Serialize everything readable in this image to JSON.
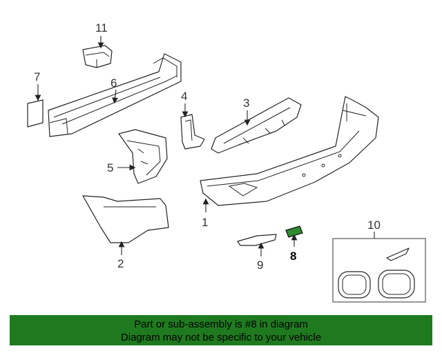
{
  "callouts": {
    "c1": "1",
    "c2": "2",
    "c3": "3",
    "c4": "4",
    "c5": "5",
    "c6": "6",
    "c7": "7",
    "c8": "8",
    "c9": "9",
    "c10": "10",
    "c11": "11"
  },
  "highlight_color": "#2e8b2e",
  "banner": {
    "background": "#1f7a1f",
    "line1": "Part or sub-assembly is #8 in diagram",
    "line2": "Diagram may not be specific to your vehicle"
  }
}
